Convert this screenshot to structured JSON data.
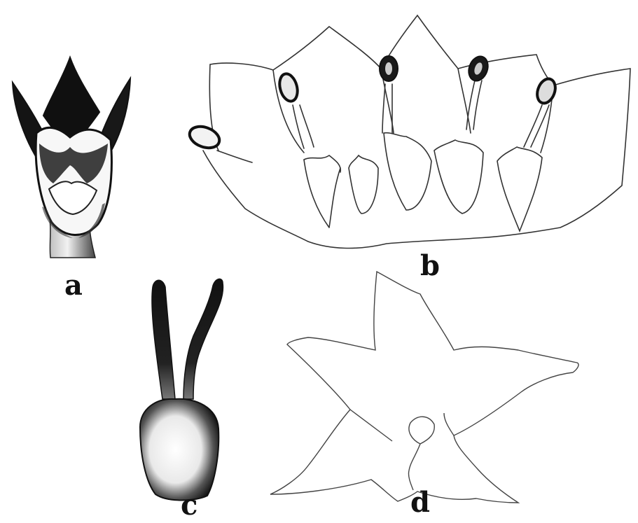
{
  "figure": {
    "panels": [
      {
        "id": "a",
        "label": "a"
      },
      {
        "id": "b",
        "label": "b"
      },
      {
        "id": "c",
        "label": "c"
      },
      {
        "id": "d",
        "label": "d"
      }
    ]
  },
  "colors": {
    "background": "#ffffff",
    "ink": "#111111",
    "shade_dark": "#1a1a1a",
    "shade_mid": "#555555",
    "line": "#333333"
  }
}
